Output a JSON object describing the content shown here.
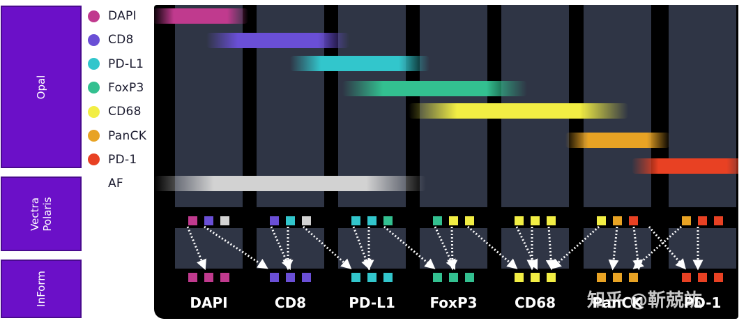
{
  "side_labels": {
    "opal": "Opal",
    "vectra": "Vectra\nPolaris",
    "inform": "InForm"
  },
  "markers": [
    {
      "name": "DAPI",
      "color": "#c03a8e"
    },
    {
      "name": "CD8",
      "color": "#6a4fd6"
    },
    {
      "name": "PD-L1",
      "color": "#32c6cc"
    },
    {
      "name": "FoxP3",
      "color": "#33c090"
    },
    {
      "name": "CD68",
      "color": "#f2ee44"
    },
    {
      "name": "PanCK",
      "color": "#e8a324"
    },
    {
      "name": "PD-1",
      "color": "#e84123"
    },
    {
      "name": "AF",
      "color": "#d2d2d2"
    }
  ],
  "columns": [
    "DAPI",
    "CD8",
    "PD-L1",
    "FoxP3",
    "CD68",
    "PanCK",
    "PD-1"
  ],
  "watermark": "知乎 @靳兢竑"
}
